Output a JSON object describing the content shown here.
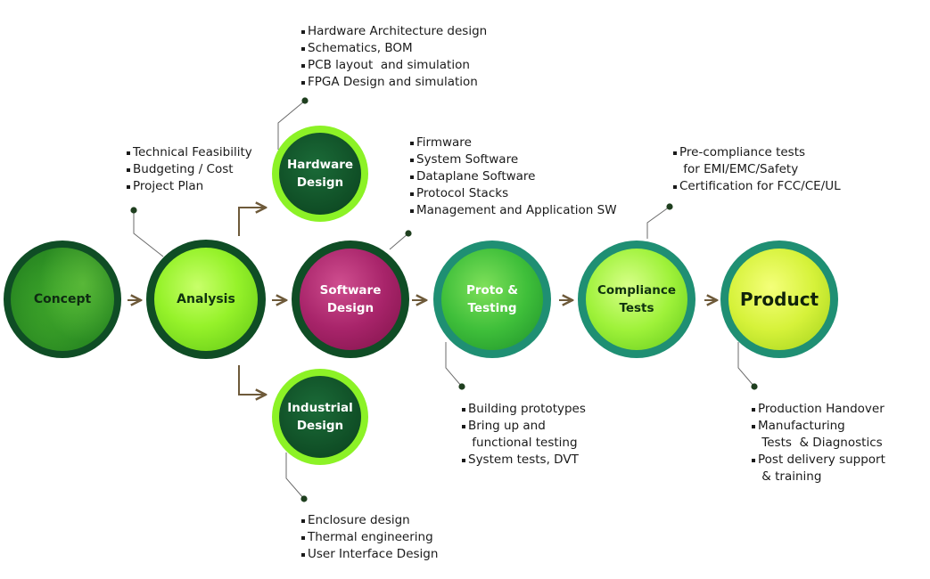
{
  "nodes": {
    "concept": {
      "label": "Concept"
    },
    "analysis": {
      "label": "Analysis"
    },
    "hardware": {
      "label": "Hardware\nDesign"
    },
    "software": {
      "label": "Software\nDesign"
    },
    "industrial": {
      "label": "Industrial\nDesign"
    },
    "proto": {
      "label": "Proto &\nTesting"
    },
    "compliance": {
      "label": "Compliance\nTests"
    },
    "product": {
      "label": "Product"
    }
  },
  "notes": {
    "hardware": [
      "Hardware Architecture design",
      "Schematics, BOM",
      "PCB layout  and simulation",
      "FPGA Design and simulation"
    ],
    "analysis": [
      "Technical Feasibility",
      "Budgeting / Cost",
      "Project Plan"
    ],
    "software": [
      "Firmware",
      "System Software",
      "Dataplane Software",
      "Protocol Stacks",
      "Management and Application SW"
    ],
    "compliance": [
      "Pre-compliance tests",
      " for EMI/EMC/Safety",
      "Certification for FCC/CE/UL"
    ],
    "proto": [
      "Building prototypes",
      "Bring up and",
      " functional testing",
      "System tests, DVT"
    ],
    "product": [
      "Production Handover",
      "Manufacturing",
      " Tests  & Diagnostics",
      "Post delivery support",
      " & training"
    ],
    "industrial": [
      "Enclosure design",
      "Thermal engineering",
      "User Interface Design"
    ]
  },
  "colors": {
    "dark_green": "#0f4d25",
    "leaf_green": "#3aa52b",
    "lime": "#8cf226",
    "magenta": "#9b1e5c",
    "teal_ring": "#1f8f73",
    "arrow": "#6e5a3a",
    "connector": "#6b6b6b",
    "dot": "#1f3f1f"
  }
}
